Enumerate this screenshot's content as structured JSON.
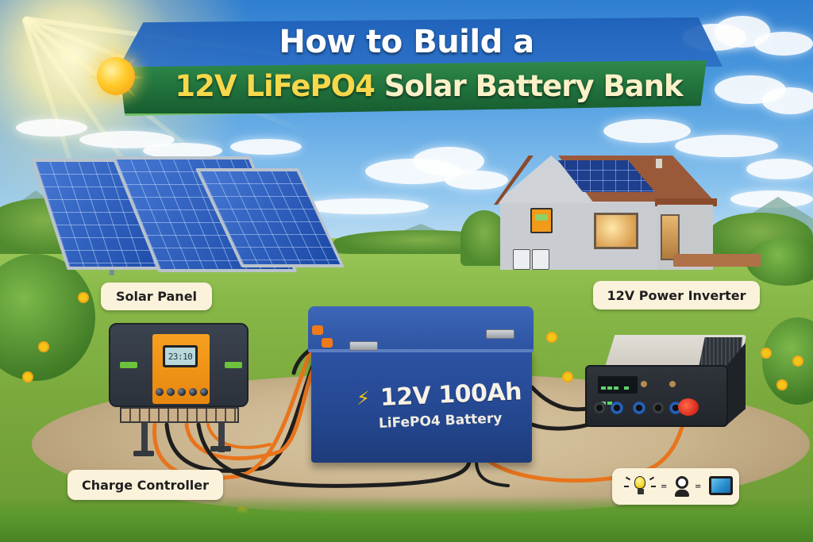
{
  "title": {
    "line1": "How to Build a",
    "line2_highlight": "12V LiFePO4",
    "line2_rest": "Solar Battery Bank"
  },
  "labels": {
    "solar_panel": "Solar Panel",
    "power_inverter": "12V Power Inverter",
    "charge_controller": "Charge Controller"
  },
  "battery": {
    "bolt_icon": "⚡",
    "rating": "12V 100Ah",
    "chemistry": "LiFePO4 Battery"
  },
  "charge_controller": {
    "lcd_reading": "23:10",
    "button_count": 5
  },
  "appliances": {
    "icons": [
      "light-bulb-icon",
      "person-icon",
      "tablet-icon"
    ],
    "separator": "="
  },
  "colors": {
    "sky": "#4f9de0",
    "banner_blue": "#1e5fb8",
    "banner_green": "#1f6e3a",
    "title_yellow": "#f7d84a",
    "title_cream": "#fbf1c8",
    "battery_blue": "#24478f",
    "controller_orange": "#f29a1a",
    "cable_orange": "#e8741c",
    "label_bg": "#fbf2dc"
  }
}
